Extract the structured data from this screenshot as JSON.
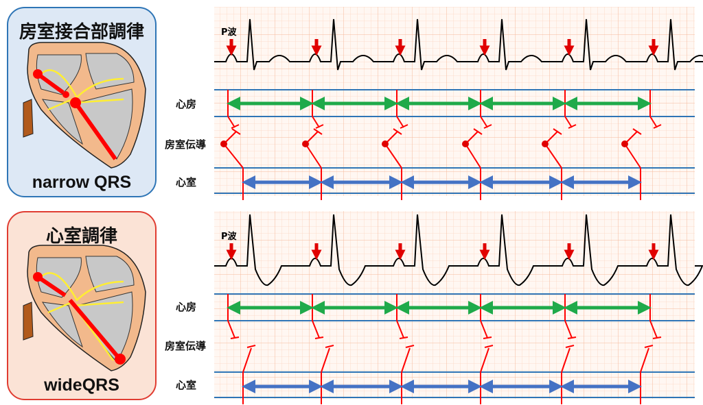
{
  "top": {
    "title": "房室接合部調律",
    "subtitle": "narrow QRS",
    "p_wave_label": "P波",
    "rows": {
      "atrium": "心房",
      "conduction": "房室伝導",
      "ventricle": "心室"
    }
  },
  "bottom": {
    "title": "心室調律",
    "subtitle": "wideQRS",
    "p_wave_label": "P波",
    "rows": {
      "atrium": "心房",
      "conduction": "房室伝導",
      "ventricle": "心室"
    }
  },
  "colors": {
    "top_panel_bg": "#dde8f5",
    "top_panel_border": "#2e75b6",
    "bottom_panel_bg": "#fbe3d6",
    "bottom_panel_border": "#e03c31",
    "grid_bg": "#fff7f2",
    "grid_line": "#f6b89a",
    "guide_line": "#2e75b6",
    "atrium_arrow": "#1faa4a",
    "ventricle_arrow": "#4472c4",
    "conduction": "#ff0000",
    "marker": "#e00000"
  },
  "beat_count": 6
}
